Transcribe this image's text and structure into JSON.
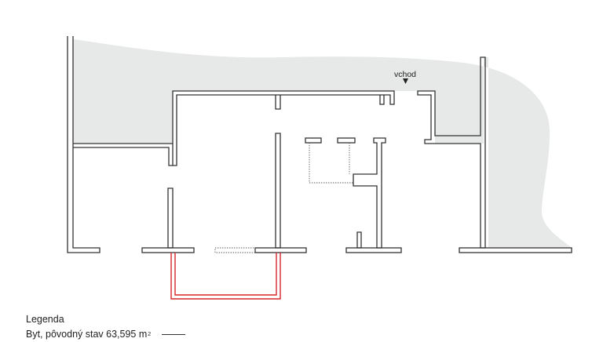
{
  "entrance_label": "vchod",
  "legend": {
    "title": "Legenda",
    "item_text": "Byt, pôvodný stav 63,595 m",
    "item_sup": "2"
  },
  "colors": {
    "wall": "#333333",
    "exterior_fill": "#e7e8e8",
    "balcony": "#d7262a",
    "background": "#ffffff"
  }
}
